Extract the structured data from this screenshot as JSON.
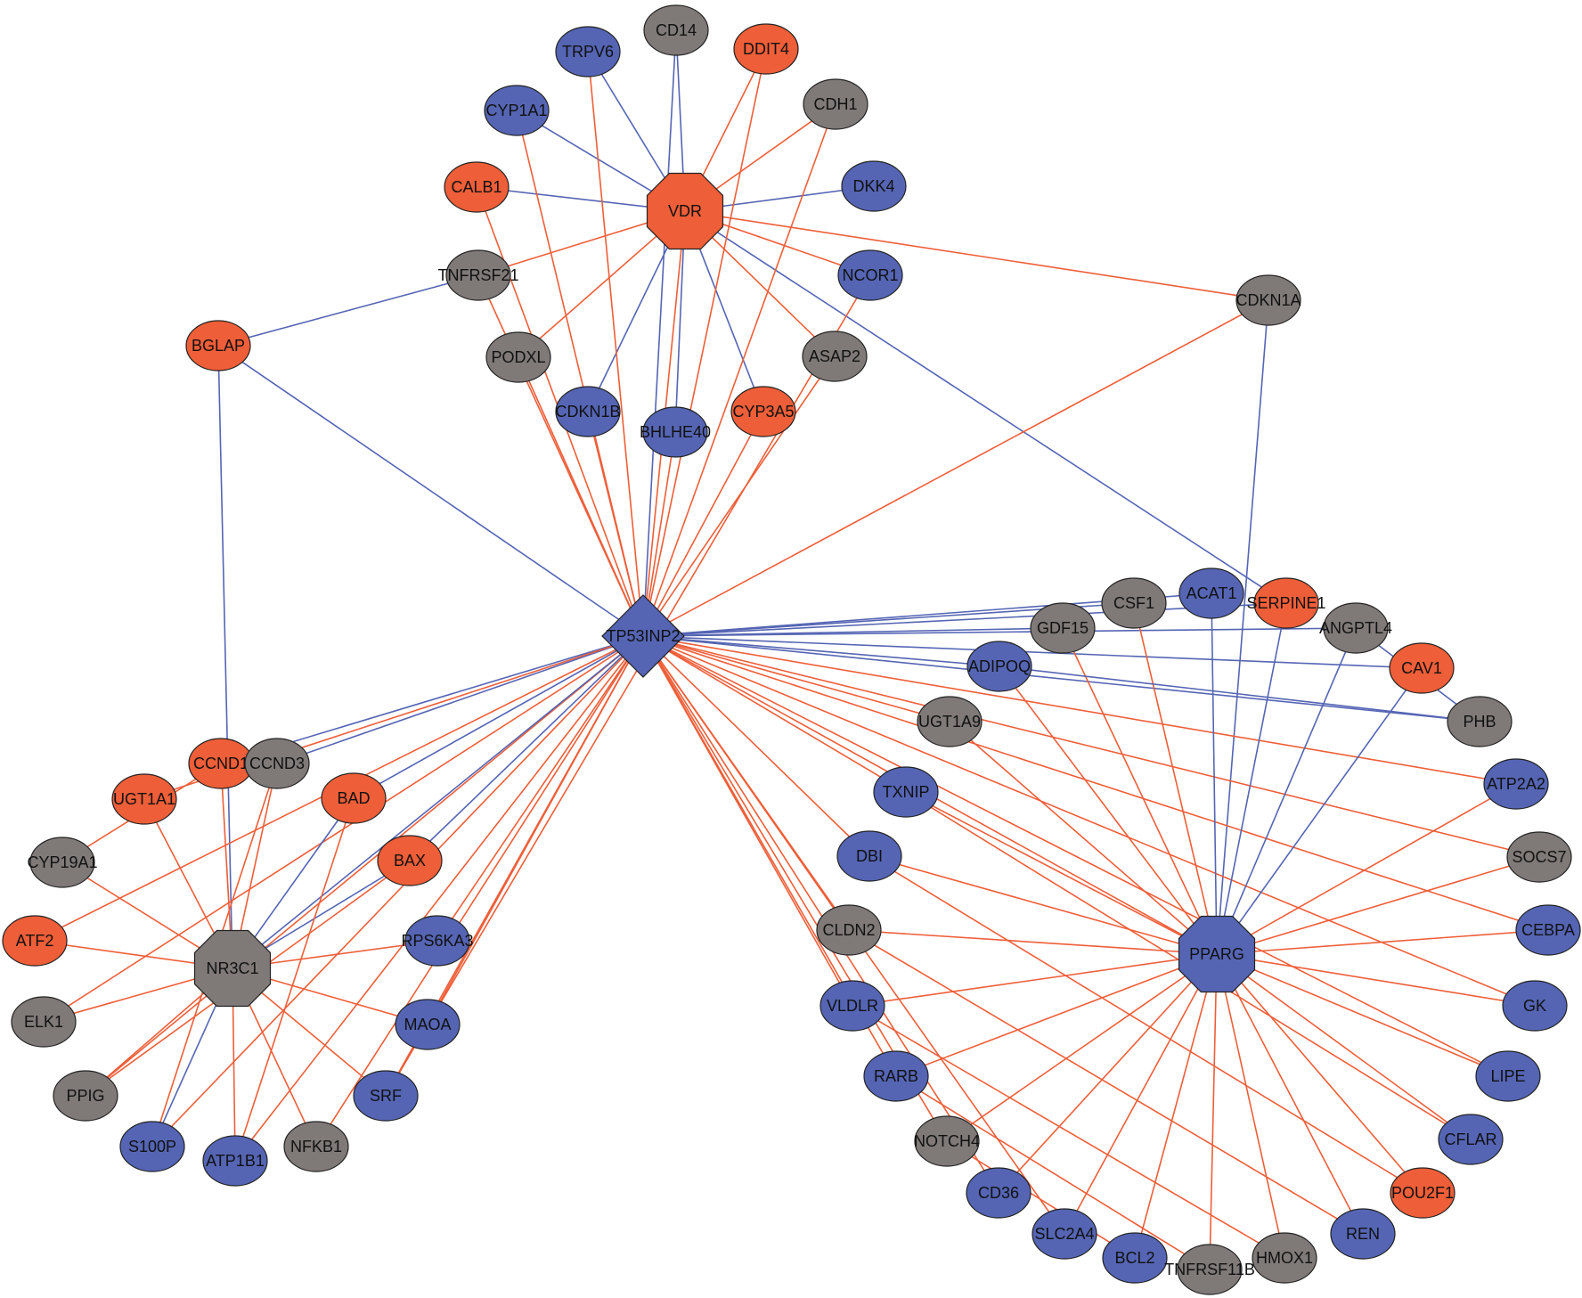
{
  "colors": {
    "up": "#EE5E38",
    "down": "#5565B4",
    "neutral": "#7F7A78",
    "edge_positive": "#EE5E38",
    "edge_negative": "#5565B4"
  },
  "nodes": [
    {
      "id": "TP53INP2",
      "label": "TP53INP2",
      "shape": "diamond",
      "color": "down"
    },
    {
      "id": "VDR",
      "label": "VDR",
      "shape": "octagon",
      "color": "up"
    },
    {
      "id": "NR3C1",
      "label": "NR3C1",
      "shape": "octagon",
      "color": "neutral"
    },
    {
      "id": "PPARG",
      "label": "PPARG",
      "shape": "octagon",
      "color": "down"
    },
    {
      "id": "CD14",
      "label": "CD14",
      "shape": "ellipse",
      "color": "neutral"
    },
    {
      "id": "TRPV6",
      "label": "TRPV6",
      "shape": "ellipse",
      "color": "down"
    },
    {
      "id": "DDIT4",
      "label": "DDIT4",
      "shape": "ellipse",
      "color": "up"
    },
    {
      "id": "CYP1A1",
      "label": "CYP1A1",
      "shape": "ellipse",
      "color": "down"
    },
    {
      "id": "CDH1",
      "label": "CDH1",
      "shape": "ellipse",
      "color": "neutral"
    },
    {
      "id": "CALB1",
      "label": "CALB1",
      "shape": "ellipse",
      "color": "up"
    },
    {
      "id": "DKK4",
      "label": "DKK4",
      "shape": "ellipse",
      "color": "down"
    },
    {
      "id": "TNFRSF21",
      "label": "TNFRSF21",
      "shape": "ellipse",
      "color": "neutral"
    },
    {
      "id": "NCOR1",
      "label": "NCOR1",
      "shape": "ellipse",
      "color": "down"
    },
    {
      "id": "CDKN1A",
      "label": "CDKN1A",
      "shape": "ellipse",
      "color": "neutral"
    },
    {
      "id": "BGLAP",
      "label": "BGLAP",
      "shape": "ellipse",
      "color": "up"
    },
    {
      "id": "PODXL",
      "label": "PODXL",
      "shape": "ellipse",
      "color": "neutral"
    },
    {
      "id": "ASAP2",
      "label": "ASAP2",
      "shape": "ellipse",
      "color": "neutral"
    },
    {
      "id": "CDKN1B",
      "label": "CDKN1B",
      "shape": "ellipse",
      "color": "down"
    },
    {
      "id": "BHLHE40",
      "label": "BHLHE40",
      "shape": "ellipse",
      "color": "down"
    },
    {
      "id": "CYP3A5",
      "label": "CYP3A5",
      "shape": "ellipse",
      "color": "up"
    },
    {
      "id": "CSF1",
      "label": "CSF1",
      "shape": "ellipse",
      "color": "neutral"
    },
    {
      "id": "ACAT1",
      "label": "ACAT1",
      "shape": "ellipse",
      "color": "down"
    },
    {
      "id": "SERPINE1",
      "label": "SERPINE1",
      "shape": "ellipse",
      "color": "up"
    },
    {
      "id": "GDF15",
      "label": "GDF15",
      "shape": "ellipse",
      "color": "neutral"
    },
    {
      "id": "ANGPTL4",
      "label": "ANGPTL4",
      "shape": "ellipse",
      "color": "neutral"
    },
    {
      "id": "ADIPOQ",
      "label": "ADIPOQ",
      "shape": "ellipse",
      "color": "down"
    },
    {
      "id": "CAV1",
      "label": "CAV1",
      "shape": "ellipse",
      "color": "up"
    },
    {
      "id": "UGT1A9",
      "label": "UGT1A9",
      "shape": "ellipse",
      "color": "neutral"
    },
    {
      "id": "PHB",
      "label": "PHB",
      "shape": "ellipse",
      "color": "neutral"
    },
    {
      "id": "TXNIP",
      "label": "TXNIP",
      "shape": "ellipse",
      "color": "down"
    },
    {
      "id": "ATP2A2",
      "label": "ATP2A2",
      "shape": "ellipse",
      "color": "down"
    },
    {
      "id": "DBI",
      "label": "DBI",
      "shape": "ellipse",
      "color": "down"
    },
    {
      "id": "SOCS7",
      "label": "SOCS7",
      "shape": "ellipse",
      "color": "neutral"
    },
    {
      "id": "CLDN2",
      "label": "CLDN2",
      "shape": "ellipse",
      "color": "neutral"
    },
    {
      "id": "CEBPA",
      "label": "CEBPA",
      "shape": "ellipse",
      "color": "down"
    },
    {
      "id": "VLDLR",
      "label": "VLDLR",
      "shape": "ellipse",
      "color": "down"
    },
    {
      "id": "GK",
      "label": "GK",
      "shape": "ellipse",
      "color": "down"
    },
    {
      "id": "RARB",
      "label": "RARB",
      "shape": "ellipse",
      "color": "down"
    },
    {
      "id": "LIPE",
      "label": "LIPE",
      "shape": "ellipse",
      "color": "down"
    },
    {
      "id": "NOTCH4",
      "label": "NOTCH4",
      "shape": "ellipse",
      "color": "neutral"
    },
    {
      "id": "CFLAR",
      "label": "CFLAR",
      "shape": "ellipse",
      "color": "down"
    },
    {
      "id": "CD36",
      "label": "CD36",
      "shape": "ellipse",
      "color": "down"
    },
    {
      "id": "POU2F1",
      "label": "POU2F1",
      "shape": "ellipse",
      "color": "up"
    },
    {
      "id": "SLC2A4",
      "label": "SLC2A4",
      "shape": "ellipse",
      "color": "down"
    },
    {
      "id": "REN",
      "label": "REN",
      "shape": "ellipse",
      "color": "down"
    },
    {
      "id": "BCL2",
      "label": "BCL2",
      "shape": "ellipse",
      "color": "down"
    },
    {
      "id": "TNFRSF11B",
      "label": "TNFRSF11B",
      "shape": "ellipse",
      "color": "neutral"
    },
    {
      "id": "HMOX1",
      "label": "HMOX1",
      "shape": "ellipse",
      "color": "neutral"
    },
    {
      "id": "CCND1",
      "label": "CCND1",
      "shape": "ellipse",
      "color": "up"
    },
    {
      "id": "CCND3",
      "label": "CCND3",
      "shape": "ellipse",
      "color": "neutral"
    },
    {
      "id": "UGT1A1",
      "label": "UGT1A1",
      "shape": "ellipse",
      "color": "up"
    },
    {
      "id": "BAD",
      "label": "BAD",
      "shape": "ellipse",
      "color": "up"
    },
    {
      "id": "CYP19A1",
      "label": "CYP19A1",
      "shape": "ellipse",
      "color": "neutral"
    },
    {
      "id": "BAX",
      "label": "BAX",
      "shape": "ellipse",
      "color": "up"
    },
    {
      "id": "ATF2",
      "label": "ATF2",
      "shape": "ellipse",
      "color": "up"
    },
    {
      "id": "RPS6KA3",
      "label": "RPS6KA3",
      "shape": "ellipse",
      "color": "down"
    },
    {
      "id": "ELK1",
      "label": "ELK1",
      "shape": "ellipse",
      "color": "neutral"
    },
    {
      "id": "MAOA",
      "label": "MAOA",
      "shape": "ellipse",
      "color": "down"
    },
    {
      "id": "PPIG",
      "label": "PPIG",
      "shape": "ellipse",
      "color": "neutral"
    },
    {
      "id": "SRF",
      "label": "SRF",
      "shape": "ellipse",
      "color": "down"
    },
    {
      "id": "S100P",
      "label": "S100P",
      "shape": "ellipse",
      "color": "down"
    },
    {
      "id": "ATP1B1",
      "label": "ATP1B1",
      "shape": "ellipse",
      "color": "down"
    },
    {
      "id": "NFKB1",
      "label": "NFKB1",
      "shape": "ellipse",
      "color": "neutral"
    }
  ],
  "edges": [
    [
      "VDR",
      "CD14",
      "down"
    ],
    [
      "VDR",
      "TRPV6",
      "down"
    ],
    [
      "VDR",
      "DDIT4",
      "up"
    ],
    [
      "VDR",
      "CYP1A1",
      "down"
    ],
    [
      "VDR",
      "CDH1",
      "up"
    ],
    [
      "VDR",
      "CALB1",
      "down"
    ],
    [
      "VDR",
      "DKK4",
      "down"
    ],
    [
      "VDR",
      "TNFRSF21",
      "up"
    ],
    [
      "VDR",
      "NCOR1",
      "up"
    ],
    [
      "VDR",
      "CDKN1A",
      "up"
    ],
    [
      "VDR",
      "PODXL",
      "up"
    ],
    [
      "VDR",
      "ASAP2",
      "up"
    ],
    [
      "VDR",
      "CDKN1B",
      "down"
    ],
    [
      "VDR",
      "BHLHE40",
      "down"
    ],
    [
      "VDR",
      "CYP3A5",
      "down"
    ],
    [
      "VDR",
      "SERPINE1",
      "down"
    ],
    [
      "TNFRSF21",
      "BGLAP",
      "down"
    ],
    [
      "TP53INP2",
      "VDR",
      "up"
    ],
    [
      "TP53INP2",
      "TRPV6",
      "up"
    ],
    [
      "TP53INP2",
      "DDIT4",
      "up"
    ],
    [
      "TP53INP2",
      "CD14",
      "down"
    ],
    [
      "TP53INP2",
      "CYP1A1",
      "up"
    ],
    [
      "TP53INP2",
      "CDH1",
      "up"
    ],
    [
      "TP53INP2",
      "CALB1",
      "up"
    ],
    [
      "TP53INP2",
      "PODXL",
      "up"
    ],
    [
      "TP53INP2",
      "ASAP2",
      "up"
    ],
    [
      "TP53INP2",
      "CDKN1B",
      "up"
    ],
    [
      "TP53INP2",
      "BHLHE40",
      "up"
    ],
    [
      "TP53INP2",
      "CYP3A5",
      "up"
    ],
    [
      "TP53INP2",
      "CDKN1A",
      "up"
    ],
    [
      "TP53INP2",
      "BGLAP",
      "down"
    ],
    [
      "TP53INP2",
      "TNFRSF21",
      "up"
    ],
    [
      "CDKN1A",
      "PPARG",
      "down"
    ],
    [
      "BGLAP",
      "NR3C1",
      "down"
    ],
    [
      "TP53INP2",
      "CSF1",
      "down"
    ],
    [
      "TP53INP2",
      "ACAT1",
      "down"
    ],
    [
      "TP53INP2",
      "SERPINE1",
      "down"
    ],
    [
      "TP53INP2",
      "GDF15",
      "down"
    ],
    [
      "TP53INP2",
      "ANGPTL4",
      "down"
    ],
    [
      "TP53INP2",
      "ADIPOQ",
      "down"
    ],
    [
      "TP53INP2",
      "CAV1",
      "down"
    ],
    [
      "TP53INP2",
      "PHB",
      "down"
    ],
    [
      "TP53INP2",
      "UGT1A9",
      "up"
    ],
    [
      "TP53INP2",
      "TXNIP",
      "up"
    ],
    [
      "TP53INP2",
      "ATP2A2",
      "up"
    ],
    [
      "TP53INP2",
      "DBI",
      "up"
    ],
    [
      "TP53INP2",
      "SOCS7",
      "up"
    ],
    [
      "TP53INP2",
      "CLDN2",
      "up"
    ],
    [
      "TP53INP2",
      "CEBPA",
      "up"
    ],
    [
      "TP53INP2",
      "VLDLR",
      "up"
    ],
    [
      "TP53INP2",
      "RARB",
      "up"
    ],
    [
      "TP53INP2",
      "NOTCH4",
      "up"
    ],
    [
      "TP53INP2",
      "CD36",
      "up"
    ],
    [
      "TP53INP2",
      "PPARG",
      "up"
    ],
    [
      "TP53INP2",
      "GK",
      "up"
    ],
    [
      "TP53INP2",
      "LIPE",
      "up"
    ],
    [
      "TP53INP2",
      "SLC2A4",
      "up"
    ],
    [
      "TP53INP2",
      "CCND1",
      "down"
    ],
    [
      "TP53INP2",
      "CCND3",
      "down"
    ],
    [
      "TP53INP2",
      "UGT1A1",
      "up"
    ],
    [
      "TP53INP2",
      "BAD",
      "down"
    ],
    [
      "TP53INP2",
      "BAX",
      "down"
    ],
    [
      "TP53INP2",
      "ATF2",
      "up"
    ],
    [
      "TP53INP2",
      "RPS6KA3",
      "up"
    ],
    [
      "TP53INP2",
      "ELK1",
      "up"
    ],
    [
      "TP53INP2",
      "MAOA",
      "up"
    ],
    [
      "TP53INP2",
      "PPIG",
      "up"
    ],
    [
      "TP53INP2",
      "SRF",
      "up"
    ],
    [
      "TP53INP2",
      "NR3C1",
      "down"
    ],
    [
      "TP53INP2",
      "S100P",
      "up"
    ],
    [
      "TP53INP2",
      "ATP1B1",
      "up"
    ],
    [
      "TP53INP2",
      "NFKB1",
      "up"
    ],
    [
      "PPARG",
      "CSF1",
      "up"
    ],
    [
      "PPARG",
      "ACAT1",
      "down"
    ],
    [
      "PPARG",
      "SERPINE1",
      "down"
    ],
    [
      "PPARG",
      "GDF15",
      "up"
    ],
    [
      "PPARG",
      "ANGPTL4",
      "down"
    ],
    [
      "PPARG",
      "ADIPOQ",
      "up"
    ],
    [
      "PPARG",
      "CAV1",
      "down"
    ],
    [
      "PPARG",
      "UGT1A9",
      "up"
    ],
    [
      "PPARG",
      "TXNIP",
      "up"
    ],
    [
      "PPARG",
      "ATP2A2",
      "up"
    ],
    [
      "PPARG",
      "DBI",
      "up"
    ],
    [
      "PPARG",
      "SOCS7",
      "up"
    ],
    [
      "PPARG",
      "CLDN2",
      "up"
    ],
    [
      "PPARG",
      "CEBPA",
      "up"
    ],
    [
      "PPARG",
      "VLDLR",
      "up"
    ],
    [
      "PPARG",
      "GK",
      "up"
    ],
    [
      "PPARG",
      "RARB",
      "up"
    ],
    [
      "PPARG",
      "LIPE",
      "up"
    ],
    [
      "PPARG",
      "NOTCH4",
      "up"
    ],
    [
      "PPARG",
      "CFLAR",
      "up"
    ],
    [
      "PPARG",
      "CD36",
      "up"
    ],
    [
      "PPARG",
      "POU2F1",
      "up"
    ],
    [
      "PPARG",
      "SLC2A4",
      "up"
    ],
    [
      "PPARG",
      "REN",
      "up"
    ],
    [
      "PPARG",
      "BCL2",
      "up"
    ],
    [
      "PPARG",
      "TNFRSF11B",
      "up"
    ],
    [
      "PPARG",
      "HMOX1",
      "up"
    ],
    [
      "CFLAR",
      "TXNIP",
      "up"
    ],
    [
      "POU2F1",
      "DBI",
      "up"
    ],
    [
      "REN",
      "CLDN2",
      "up"
    ],
    [
      "HMOX1",
      "VLDLR",
      "up"
    ],
    [
      "TNFRSF11B",
      "RARB",
      "up"
    ],
    [
      "BCL2",
      "NOTCH4",
      "up"
    ],
    [
      "ANGPTL4",
      "PHB",
      "down"
    ],
    [
      "ADIPOQ",
      "PHB",
      "down"
    ],
    [
      "NR3C1",
      "CCND1",
      "up"
    ],
    [
      "NR3C1",
      "CCND3",
      "up"
    ],
    [
      "NR3C1",
      "UGT1A1",
      "up"
    ],
    [
      "NR3C1",
      "BAD",
      "down"
    ],
    [
      "NR3C1",
      "CYP19A1",
      "up"
    ],
    [
      "NR3C1",
      "BAX",
      "down"
    ],
    [
      "NR3C1",
      "ATF2",
      "up"
    ],
    [
      "NR3C1",
      "RPS6KA3",
      "up"
    ],
    [
      "NR3C1",
      "ELK1",
      "up"
    ],
    [
      "NR3C1",
      "MAOA",
      "up"
    ],
    [
      "NR3C1",
      "PPIG",
      "up"
    ],
    [
      "NR3C1",
      "SRF",
      "up"
    ],
    [
      "NR3C1",
      "S100P",
      "down"
    ],
    [
      "NR3C1",
      "ATP1B1",
      "up"
    ],
    [
      "NR3C1",
      "NFKB1",
      "up"
    ],
    [
      "CCND1",
      "CYP19A1",
      "up"
    ],
    [
      "BAD",
      "ATP1B1",
      "up"
    ],
    [
      "BAX",
      "PPIG",
      "up"
    ],
    [
      "CCND3",
      "S100P",
      "up"
    ],
    [
      "NCOR1",
      "SRF",
      "up"
    ]
  ]
}
